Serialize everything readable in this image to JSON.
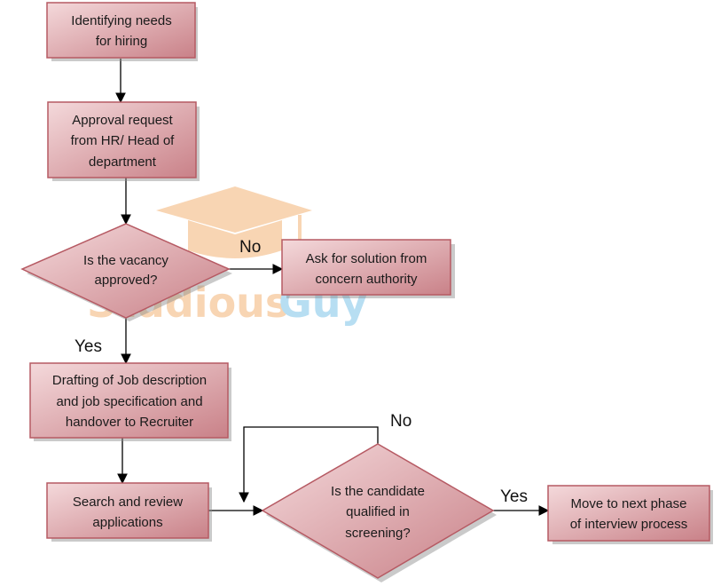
{
  "colors": {
    "box_light": "#f4d9db",
    "box_dark": "#c98188",
    "border": "#b65a63",
    "shadow": "#8a8a8a",
    "line": "#000000",
    "watermark_orange": "#f6c79a",
    "watermark_blue": "#9fd3ee"
  },
  "watermark": {
    "text_a": "Studious",
    "text_b": "Guy",
    "icon": "graduation-cap-icon"
  },
  "nodes": {
    "identify": {
      "lines": [
        "Identifying needs",
        "for hiring"
      ]
    },
    "approval": {
      "lines": [
        "Approval request",
        "from HR/ Head of",
        "department"
      ]
    },
    "vacancy": {
      "lines": [
        "Is the vacancy",
        "approved?"
      ]
    },
    "ask": {
      "lines": [
        "Ask for solution from",
        "concern authority"
      ]
    },
    "drafting": {
      "lines": [
        "Drafting of Job description",
        "and job specification and",
        "handover to Recruiter"
      ]
    },
    "search": {
      "lines": [
        "Search and review",
        "applications"
      ]
    },
    "candidate": {
      "lines": [
        "Is the candidate",
        "qualified in",
        "screening?"
      ]
    },
    "next": {
      "lines": [
        "Move to next phase",
        "of interview process"
      ]
    }
  },
  "edges": {
    "vacancy_no": "No",
    "vacancy_yes": "Yes",
    "candidate_no": "No",
    "candidate_yes": "Yes"
  }
}
